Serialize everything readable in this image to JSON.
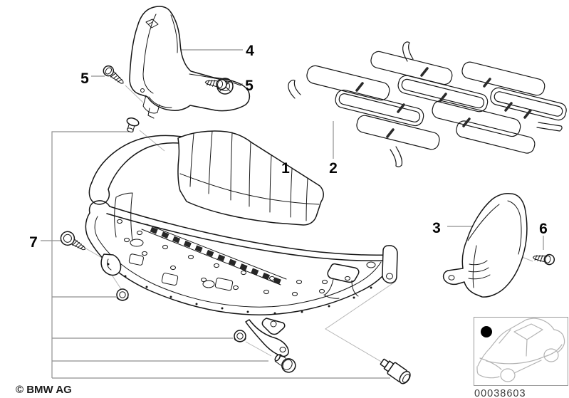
{
  "colors": {
    "background": "#ffffff",
    "line": "#161616",
    "leader_line": "#8f8f8f",
    "pointer_line": "#b5b5b5",
    "label": "#050505",
    "thumbnail_border": "#9a9a9a",
    "car_sketch": "#b3b3b3"
  },
  "callouts": [
    {
      "label": "1"
    },
    {
      "label": "2"
    },
    {
      "label": "3"
    },
    {
      "label": "4"
    },
    {
      "label": "5"
    },
    {
      "label": "5"
    },
    {
      "label": "6"
    },
    {
      "label": "7"
    }
  ],
  "footer": {
    "copyright": "© BMW AG"
  },
  "thumbnail": {
    "part_number": "00038603"
  }
}
